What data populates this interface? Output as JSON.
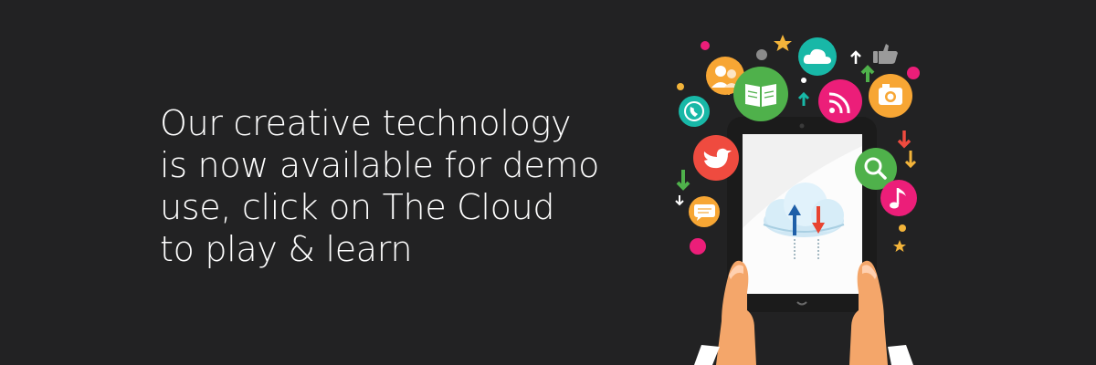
{
  "headline": {
    "lines": [
      "Our creative technology",
      "is now available for demo",
      "use, click on The Cloud",
      "to play & learn"
    ]
  },
  "illustration": {
    "icons": [
      "contacts-icon",
      "book-icon",
      "cloud-icon",
      "thumbs-up-icon",
      "phone-icon",
      "rss-icon",
      "camera-icon",
      "twitter-bird-icon",
      "search-icon",
      "music-note-icon",
      "chat-bubble-icon",
      "star-icon",
      "arrow-icon"
    ],
    "colors": {
      "background": "#222223",
      "tablet": "#1b1b1b",
      "screen": "#f1f1f1",
      "skin": "#f4a66a",
      "orange": "#f7a634",
      "green": "#4fb14b",
      "teal": "#18b8a7",
      "pink": "#ec1e79",
      "red": "#ef4b3f",
      "gold": "#f3b43a"
    }
  }
}
